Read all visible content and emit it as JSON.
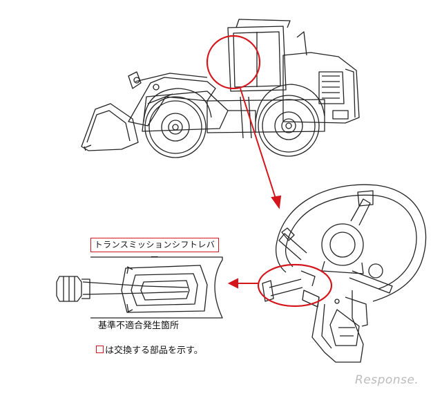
{
  "colors": {
    "line": "#222222",
    "highlight": "#d4161c",
    "watermark": "#bcbcbc"
  },
  "part_label": "トランスミッションシフトレバー",
  "caption_location": "基準不適合発生箇所",
  "caption_legend": "は交換する部品を示す。",
  "watermark": "Response."
}
